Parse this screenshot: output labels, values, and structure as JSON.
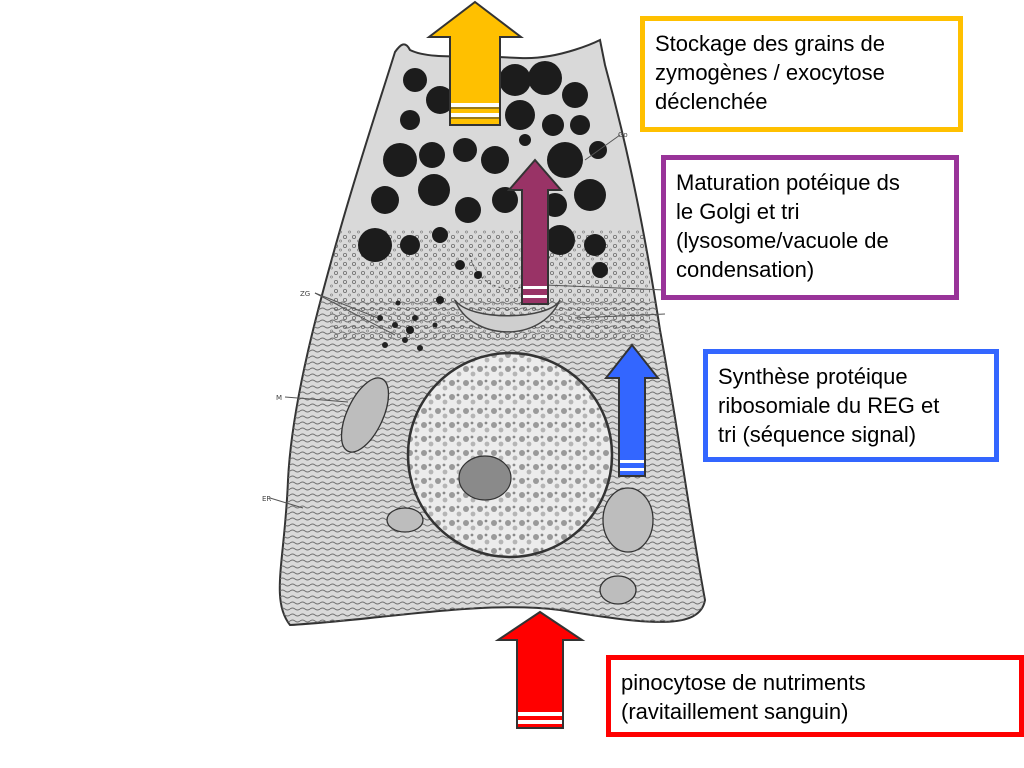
{
  "labels": {
    "storage": [
      "Stockage des grains de",
      "zymogènes / exocytose",
      "déclenchée"
    ],
    "golgi": [
      "Maturation potéique ds",
      "le Golgi et tri",
      "(lysosome/vacuole de",
      "condensation)"
    ],
    "synthesis": [
      "Synthèse protéique",
      "ribosomiale du REG et",
      "tri (séquence signal)"
    ],
    "pinocytosis": [
      "pinocytose de nutriments",
      "(ravitaillement sanguin)"
    ]
  },
  "colors": {
    "storage": "#ffc000",
    "golgi": "#993399",
    "golgi_arrow": "#993366",
    "synthesis": "#3366ff",
    "pinocytosis": "#ff0000"
  },
  "arrows": [
    "yellow-up-arrow",
    "magenta-up-arrow",
    "blue-up-arrow",
    "red-up-arrow"
  ],
  "micro_labels": [
    "ZG",
    "Go",
    "M",
    "ER"
  ]
}
